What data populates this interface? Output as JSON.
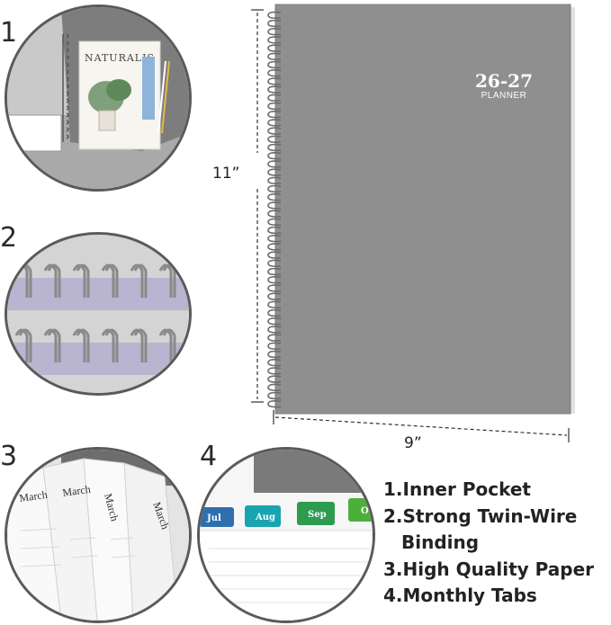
{
  "badges": [
    "1",
    "2",
    "3",
    "4"
  ],
  "planner": {
    "title": "26-27",
    "subtitle": "PLANNER",
    "height_label": "11”",
    "width_label": "9”",
    "cover_color": "#8f8f8f"
  },
  "details": {
    "magazine_title": "NATURALIS",
    "paper_labels": [
      "March",
      "March",
      "March",
      "March"
    ],
    "tab_labels": [
      "Jul",
      "Aug",
      "Sep",
      "Oc"
    ],
    "tab_colors": [
      "#2e6fae",
      "#1aa3b0",
      "#2e9b4f",
      "#4caf3a"
    ]
  },
  "features": [
    "1.Inner Pocket",
    "2.Strong Twin-Wire",
    "Binding",
    "3.High Quality Paper",
    "4.Monthly Tabs"
  ]
}
